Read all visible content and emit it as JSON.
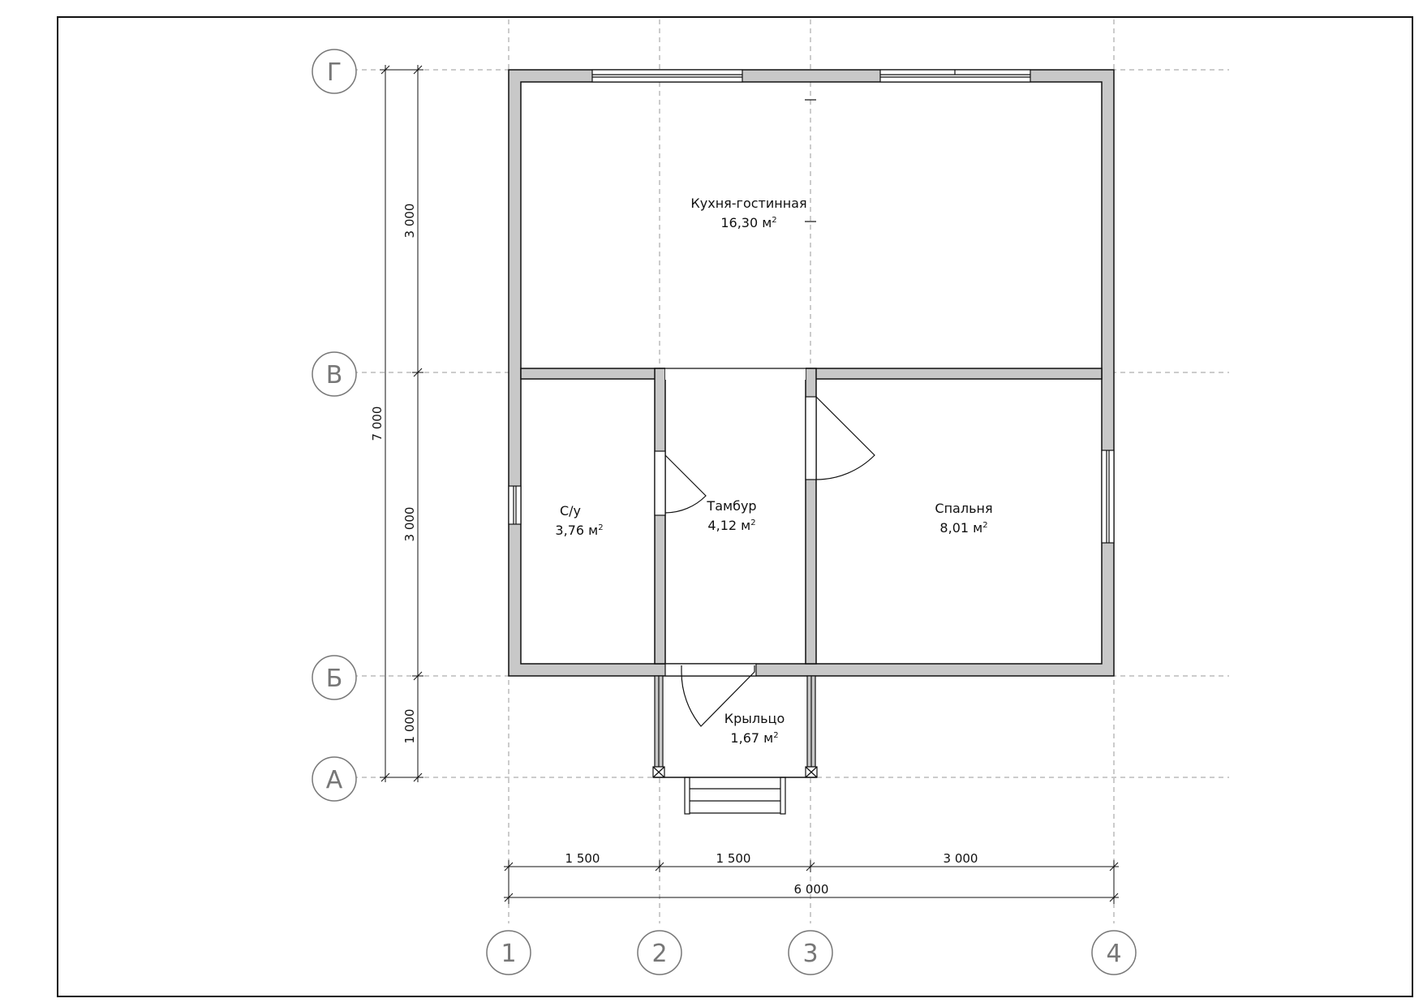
{
  "axes": {
    "letters": [
      "Г",
      "В",
      "Б",
      "А"
    ],
    "numbers": [
      "1",
      "2",
      "3",
      "4"
    ]
  },
  "rooms": {
    "kitchen": {
      "name": "Кухня-гостинная",
      "area": "16,30 м",
      "unit_power": "2"
    },
    "bathroom": {
      "name": "С/у",
      "area": "3,76 м",
      "unit_power": "2"
    },
    "vestibule": {
      "name": "Тамбур",
      "area": "4,12 м",
      "unit_power": "2"
    },
    "bedroom": {
      "name": "Спальня",
      "area": "8,01 м",
      "unit_power": "2"
    },
    "porch": {
      "name": "Крыльцо",
      "area": "1,67 м",
      "unit_power": "2"
    }
  },
  "dimensions": {
    "vertical_total": "7 000",
    "vertical": [
      "3 000",
      "3 000",
      "1 000"
    ],
    "horizontal": [
      "1 500",
      "1 500",
      "3 000"
    ],
    "horizontal_total": "6 000"
  },
  "colors": {
    "wall_fill": "#c8c8c8",
    "line": "#111111",
    "grid": "#9a9a9a",
    "axis_circle": "#777777"
  }
}
